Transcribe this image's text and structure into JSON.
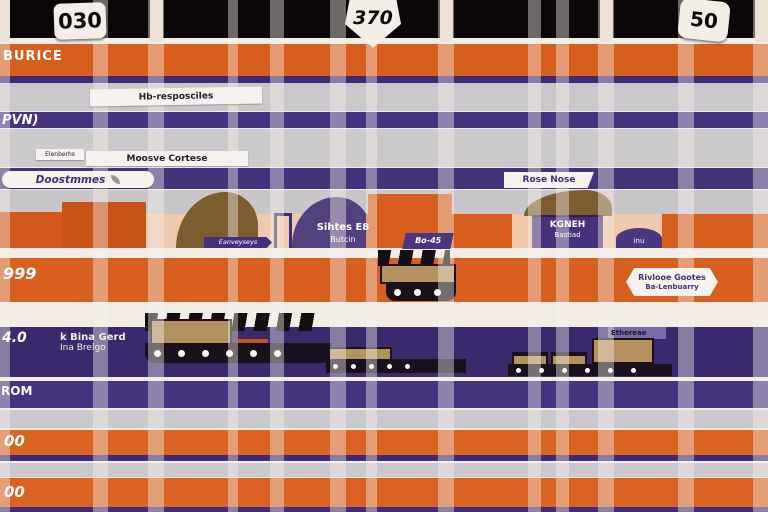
{
  "palette": {
    "orange": "#d75e1d",
    "purple": "#3f2d7a",
    "gray": "#c9c7c9",
    "peach": "#efc9ab",
    "black": "#0b0709",
    "tan": "#b3925e",
    "brown": "#7c5d2f",
    "white": "#f6f3ee"
  },
  "markers": {
    "left": "030",
    "center": "370",
    "right": "50"
  },
  "labels": {
    "burice": "BURICE",
    "respoxiles": "Hb-resposciles",
    "pvn": "PVN)",
    "elenberhs": "Elenberhs",
    "moose": "Moosve Cortese",
    "doostmmes": "Doostmmes",
    "rose_nose": "Rose Nose"
  },
  "scene": {
    "eanveyseys": "Eanveyseys",
    "mountain_line1": "Sihtes E8",
    "mountain_line2": "Butcin",
    "bo45": "Bo-45",
    "box_line1": "KGNEH",
    "box_line2": "Bastiad",
    "inu": "inu",
    "arrow_line1": "Rivlooe Gootes",
    "arrow_line2": "Ba-Lenbuarry",
    "left_value": "999"
  },
  "train_band": {
    "left_value": "4.0",
    "caption_line1": "k Bina Gerd",
    "caption_line2": "Ina Brelgo",
    "truck_label": "Ethereae"
  },
  "axis": {
    "rom": "ROM",
    "mid": "00",
    "bottom": "00"
  }
}
